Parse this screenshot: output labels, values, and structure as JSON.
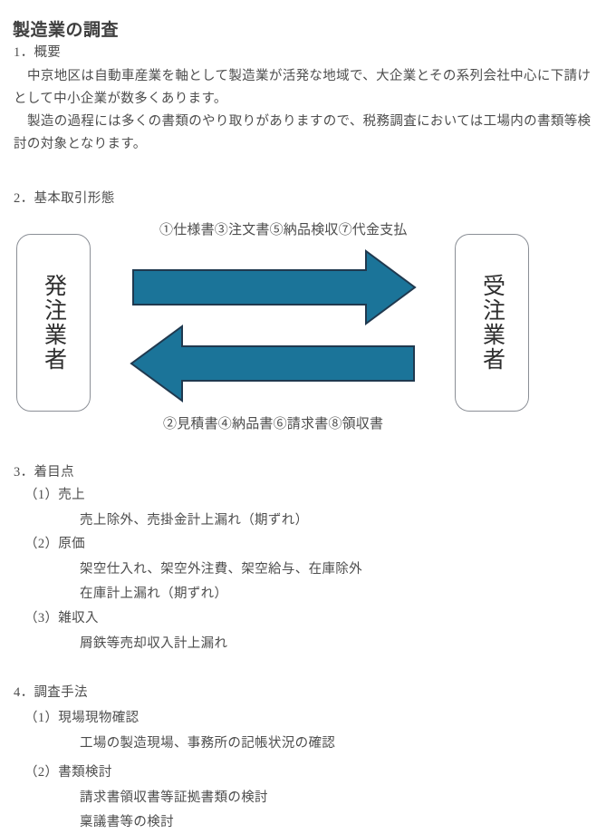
{
  "document": {
    "title": "製造業の調査"
  },
  "sections": [
    {
      "heading": "1．概要",
      "paragraphs": [
        "中京地区は自動車産業を軸として製造業が活発な地域で、大企業とその系列会社中心に下請けとして中小企業が数多くあります。",
        "製造の過程には多くの書類のやり取りがありますので、税務調査においては工場内の書類等検討の対象となります。"
      ]
    },
    {
      "heading": "2．基本取引形態"
    },
    {
      "heading": "3．着目点",
      "items": [
        {
          "label": "（1）売上",
          "details": [
            "売上除外、売掛金計上漏れ（期ずれ）"
          ]
        },
        {
          "label": "（2）原価",
          "details": [
            "架空仕入れ、架空外注費、架空給与、在庫除外",
            "在庫計上漏れ（期ずれ）"
          ]
        },
        {
          "label": "（3）雑収入",
          "details": [
            "屑鉄等売却収入計上漏れ"
          ]
        }
      ]
    },
    {
      "heading": "4．調査手法",
      "items": [
        {
          "label": "（1）現場現物確認",
          "details": [
            "工場の製造現場、事務所の記帳状況の確認"
          ]
        },
        {
          "label": "（2）書類検討",
          "details": [
            "請求書領収書等証拠書類の検討",
            "稟議書等の検討"
          ]
        }
      ]
    }
  ],
  "diagram": {
    "left_party": "発注業者",
    "right_party": "受注業者",
    "top_flow_label": "①仕様書③注文書⑤納品検収⑦代金支払",
    "bottom_flow_label": "②見積書④納品書⑥請求書⑧領収書",
    "arrow_fill_color": "#1b7499",
    "arrow_border_color": "#20394f",
    "box_border_color": "#8b8f96"
  }
}
